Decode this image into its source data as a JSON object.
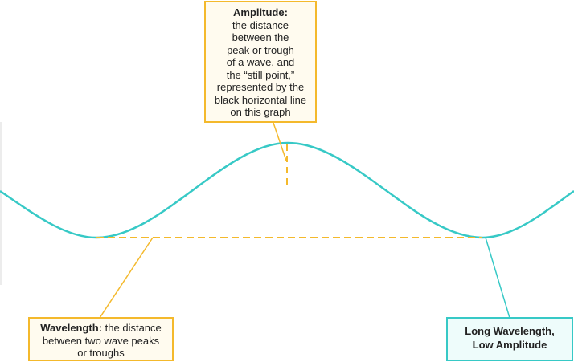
{
  "diagram": {
    "amplitude_callout": {
      "heading": "Amplitude:",
      "lines": [
        "the distance",
        "between the",
        "peak or trough",
        "of a wave, and",
        "the “still point,”",
        "represented by the",
        "black horizontal line",
        "on this graph"
      ]
    },
    "wavelength_callout": {
      "heading": "Wavelength:",
      "text_line1": " the distance",
      "text_line2": "between two wave peaks",
      "text_line3": "or troughs"
    },
    "wave_callout": {
      "line1": "Long Wavelength,",
      "line2": "Low Amplitude"
    }
  },
  "colors": {
    "wave": "#37c9c6",
    "dashed_marker": "#f4b92c",
    "amplitude_border": "#f4b92c",
    "wave_label_border": "#37c9c6",
    "axis": "#e6e6e6"
  }
}
